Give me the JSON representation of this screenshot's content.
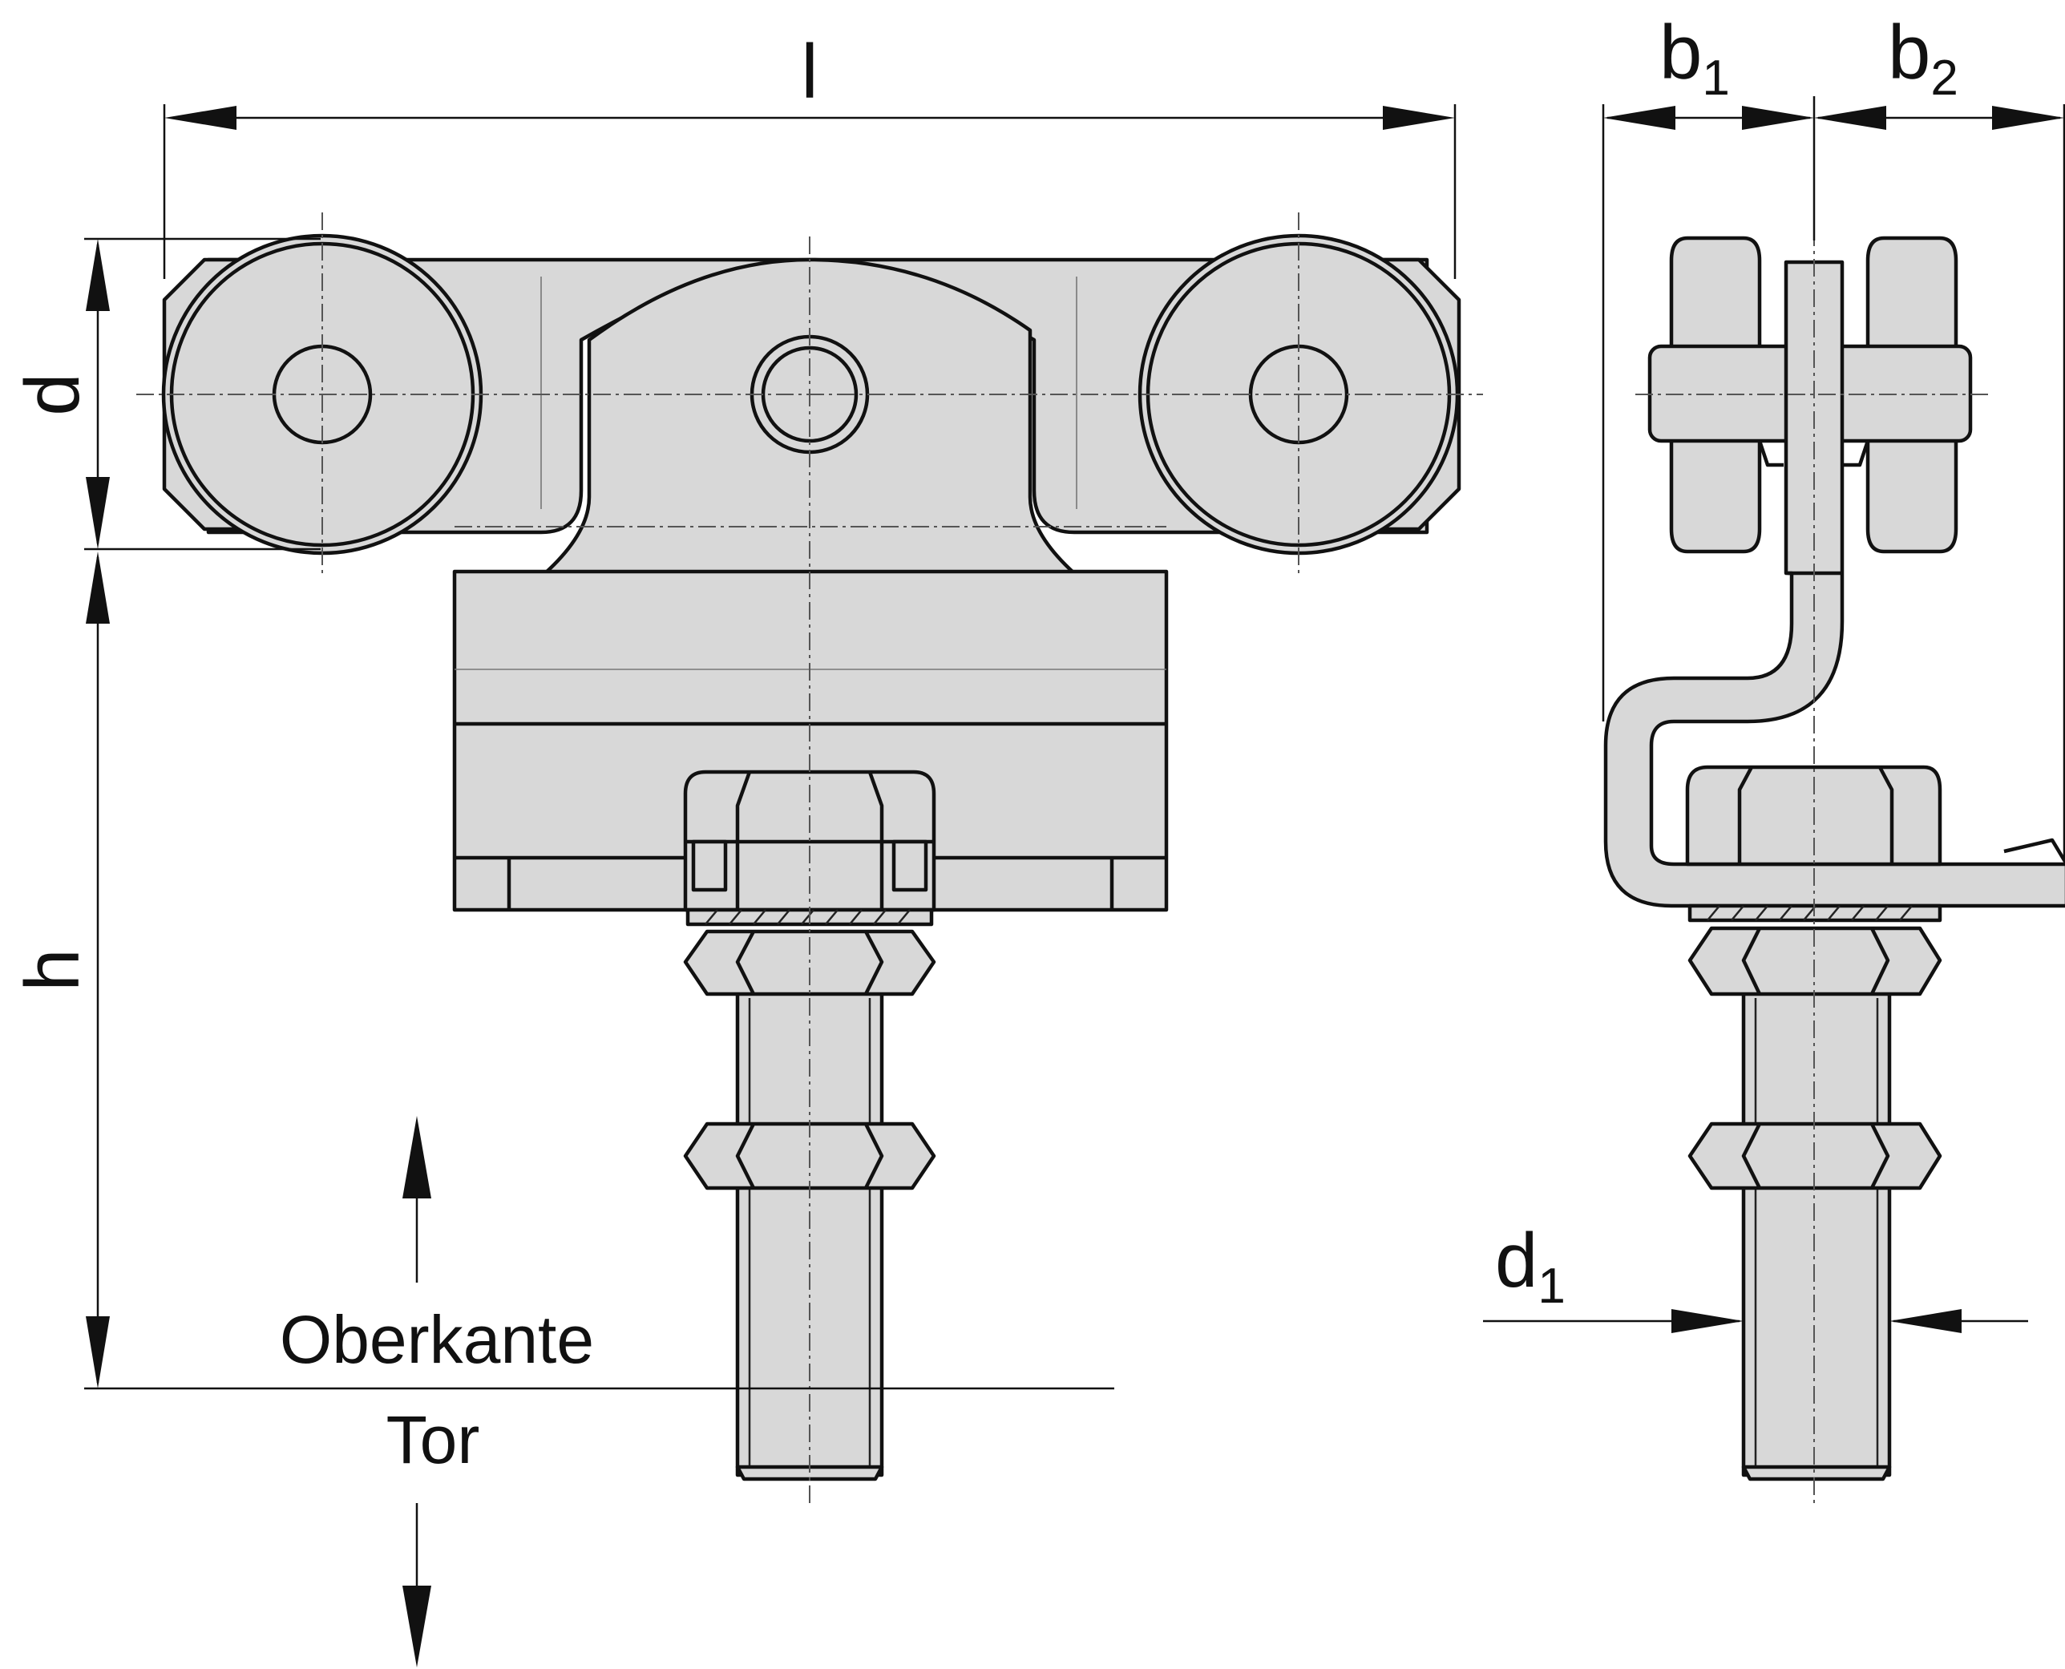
{
  "dimensions": {
    "length": "l",
    "diameter": "d",
    "height": "h",
    "b1_base": "b",
    "b1_sub": "1",
    "b2_base": "b",
    "b2_sub": "2",
    "d1_base": "d",
    "d1_sub": "1"
  },
  "reference": {
    "line1": "Oberkante",
    "line2": "Tor"
  },
  "colors": {
    "part_fill": "#d8d8d8",
    "line": "#111111",
    "background": "#ffffff"
  }
}
